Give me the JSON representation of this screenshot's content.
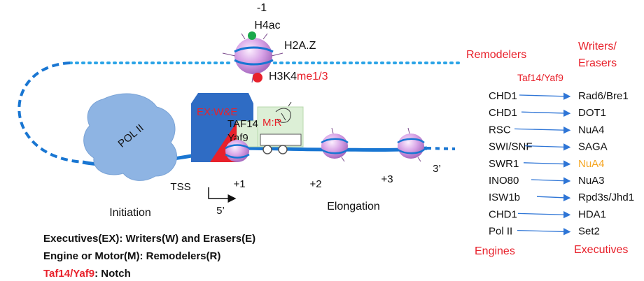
{
  "colors": {
    "red": "#e8212b",
    "black": "#111111",
    "dna": "#1976d2",
    "dna_dots": "#29a3e6",
    "pol": "#8eb4e3",
    "ex_box": "#2f6cc4",
    "motor_box": "#dcefd6",
    "nucleosome": "#d9a6e8",
    "h4ac_dot": "#1aa84b",
    "nua4_orange": "#f5a623",
    "arrow": "#2e75d6"
  },
  "diagram": {
    "minus1": "-1",
    "h4ac": "H4ac",
    "h2az": "H2A.Z",
    "h3k4": "H3K4",
    "me13": "me1/3",
    "pol_ii": "POL II",
    "ex_label": "EX:W&E",
    "taf14": "TAF14",
    "yaf9": "Yaf9",
    "mr_label": "M:R",
    "tss": "TSS",
    "plus1": "+1",
    "plus2": "+2",
    "plus3": "+3",
    "three_prime": "3’",
    "five_prime": "5’",
    "initiation": "Initiation",
    "elongation": "Elongation"
  },
  "legend": {
    "line1": "Executives(EX): Writers(W) and Erasers(E)",
    "line2": "Engine or Motor(M): Remodelers(R)",
    "line3_red": "Taf14/Yaf9",
    "line3_rest": ":  Notch"
  },
  "table": {
    "remodelers_header": "Remodelers",
    "writers_header_1": "Writers/",
    "writers_header_2": "Erasers",
    "taf_header": "Taf14/Yaf9",
    "engines_footer": "Engines",
    "executives_footer": "Executives",
    "left": [
      "CHD1",
      "CHD1",
      "RSC",
      "SWI/SNF",
      "SWR1",
      "INO80",
      "ISW1b",
      "CHD1",
      "Pol II"
    ],
    "right": [
      "Rad6/Bre1",
      "DOT1",
      "NuA4",
      "SAGA",
      "NuA4",
      "NuA3",
      "Rpd3s/Jhd1",
      "HDA1",
      "Set2"
    ]
  }
}
